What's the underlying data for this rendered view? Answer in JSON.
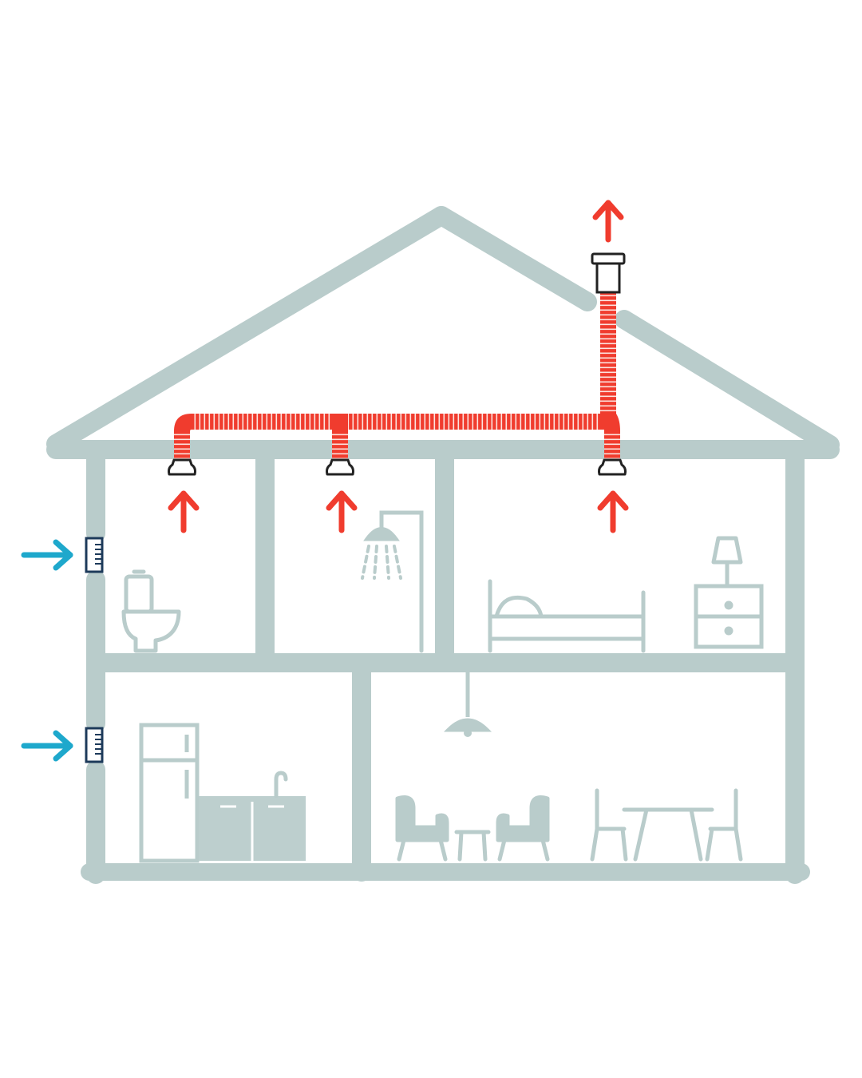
{
  "colors": {
    "structure": "#b9cccb",
    "furniture": "#b9cccb",
    "kitchen_unit": "#bdcfce",
    "exhaust": "#f03c2e",
    "intake": "#1ea8cc",
    "vent_frame": "#1d3a5a",
    "background": "#ffffff"
  },
  "icons": {
    "roof_outlet": "roof-vent-icon",
    "extract_valve": "extract-valve-icon",
    "wall_inlet": "wall-air-inlet-icon",
    "exhaust_arrow": "arrow-up-icon",
    "intake_arrow": "arrow-right-icon",
    "toilet": "toilet-icon",
    "shower": "shower-icon",
    "bed": "bed-icon",
    "nightstand": "nightstand-icon",
    "lamp": "lamp-icon",
    "fridge": "fridge-icon",
    "kitchen_counter": "kitchen-counter-icon",
    "faucet": "faucet-icon",
    "pendant_light": "pendant-light-icon",
    "armchair": "armchair-icon",
    "coffee_table": "coffee-table-icon",
    "dining_table": "dining-table-icon",
    "chair": "chair-icon"
  },
  "rooms": [
    {
      "id": "toilet-room",
      "floor": "upper",
      "icon": "toilet-icon",
      "extract": true
    },
    {
      "id": "bathroom",
      "floor": "upper",
      "icon": "shower-icon",
      "extract": true
    },
    {
      "id": "bedroom",
      "floor": "upper",
      "icon": "bed-icon",
      "extract": true
    },
    {
      "id": "kitchen",
      "floor": "ground",
      "icon": "fridge-icon",
      "intake": true
    },
    {
      "id": "living-dining-room",
      "floor": "ground",
      "icon": "dining-table-icon",
      "intake": false
    }
  ],
  "airflow": {
    "extract_points": 3,
    "wall_inlets": 2,
    "roof_outlets": 1
  }
}
